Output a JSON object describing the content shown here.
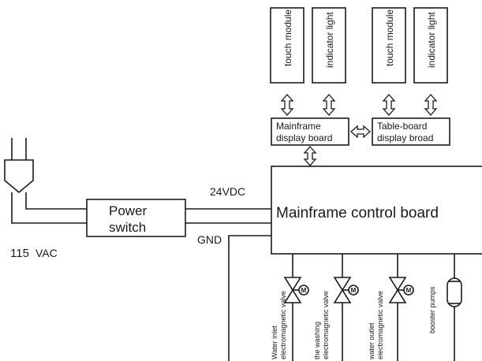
{
  "modules": {
    "touch_module_1": "touch module",
    "indicator_light_1": "indicator light",
    "touch_module_2": "touch module",
    "indicator_light_2": "indicator light"
  },
  "boards": {
    "mainframe_display_line1": "Mainframe",
    "mainframe_display_line2": "display board",
    "table_board_line1": "Table-board",
    "table_board_line2": "display broad",
    "control_board": "Mainframe control board"
  },
  "power": {
    "switch_line1": "Power",
    "switch_line2": "switch",
    "vdc": "24VDC",
    "gnd": "GND",
    "vac_number": "115",
    "vac_unit": "VAC"
  },
  "loads": {
    "inlet_line1": "Water inlet",
    "inlet_line2": "electromagnetic valve",
    "washing_line1": "the washing",
    "washing_line2": "electromagnetic valve",
    "outlet_line1": "water outlet",
    "outlet_line2": "electromagnetic valve",
    "pumps": "booster pumps",
    "motor_symbol": "M"
  }
}
